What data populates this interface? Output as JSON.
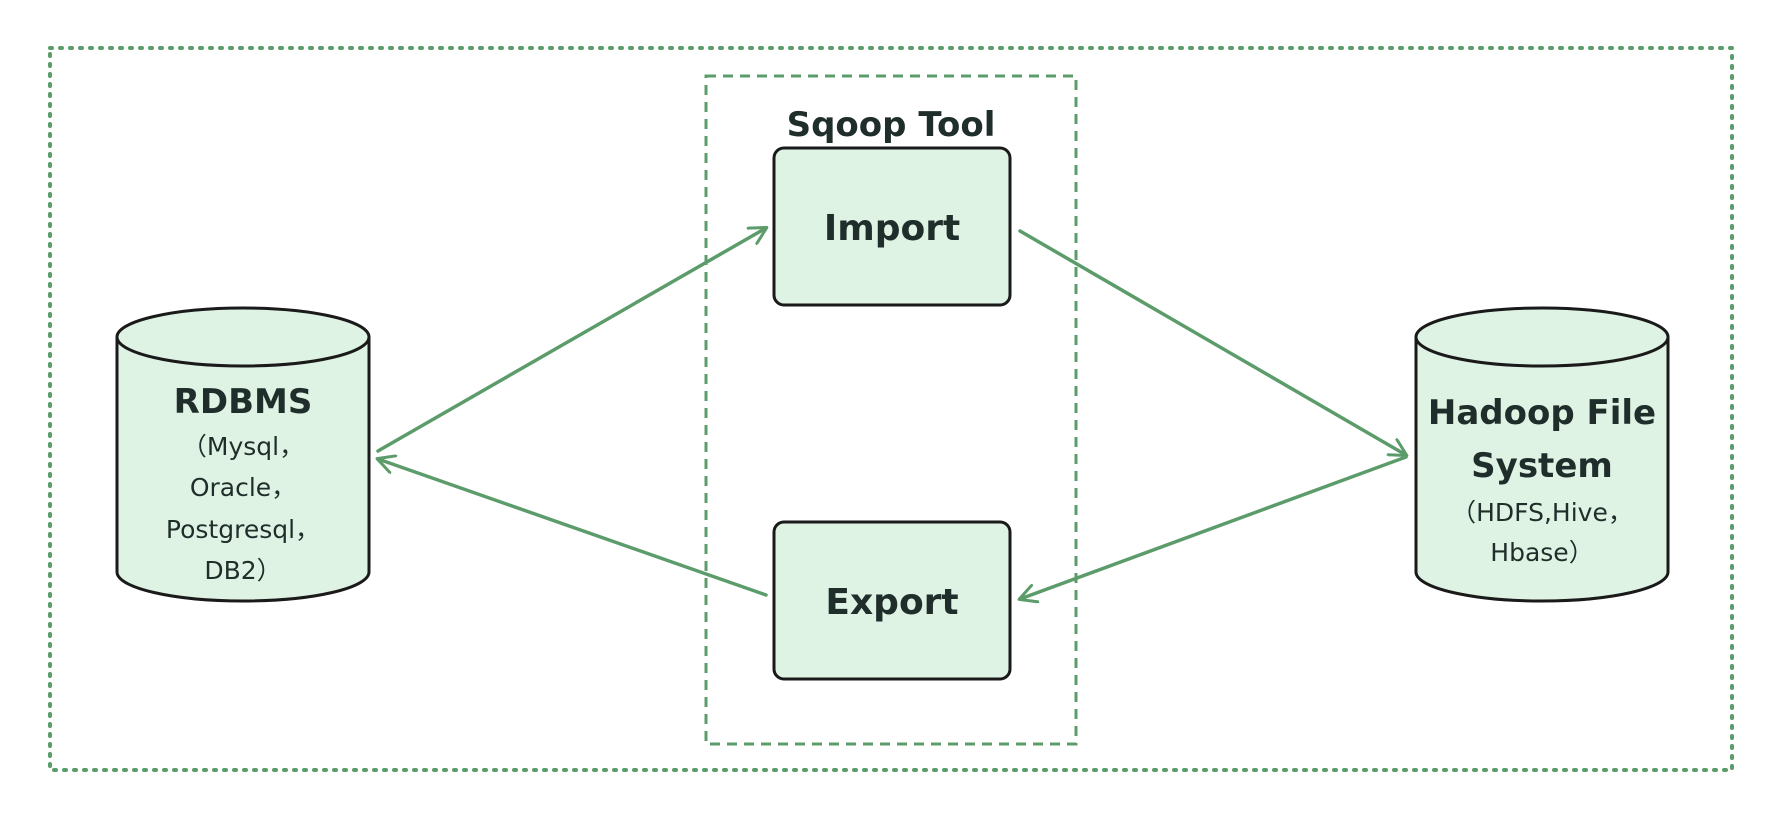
{
  "colors": {
    "accent": "#5c9c6b",
    "fill": "#dff3e4",
    "stroke": "#1a1a1a",
    "text": "#1f2d2b",
    "background": "#ffffff"
  },
  "sqoop_tool": {
    "title": "Sqoop Tool",
    "import_label": "Import",
    "export_label": "Export"
  },
  "rdbms": {
    "title": "RDBMS",
    "lines": [
      "（Mysql，",
      "Oracle，",
      "Postgresql，",
      "DB2）"
    ]
  },
  "hadoop": {
    "title_lines": [
      "Hadoop File",
      "System"
    ],
    "lines": [
      "（HDFS,Hive，",
      "Hbase）"
    ]
  }
}
